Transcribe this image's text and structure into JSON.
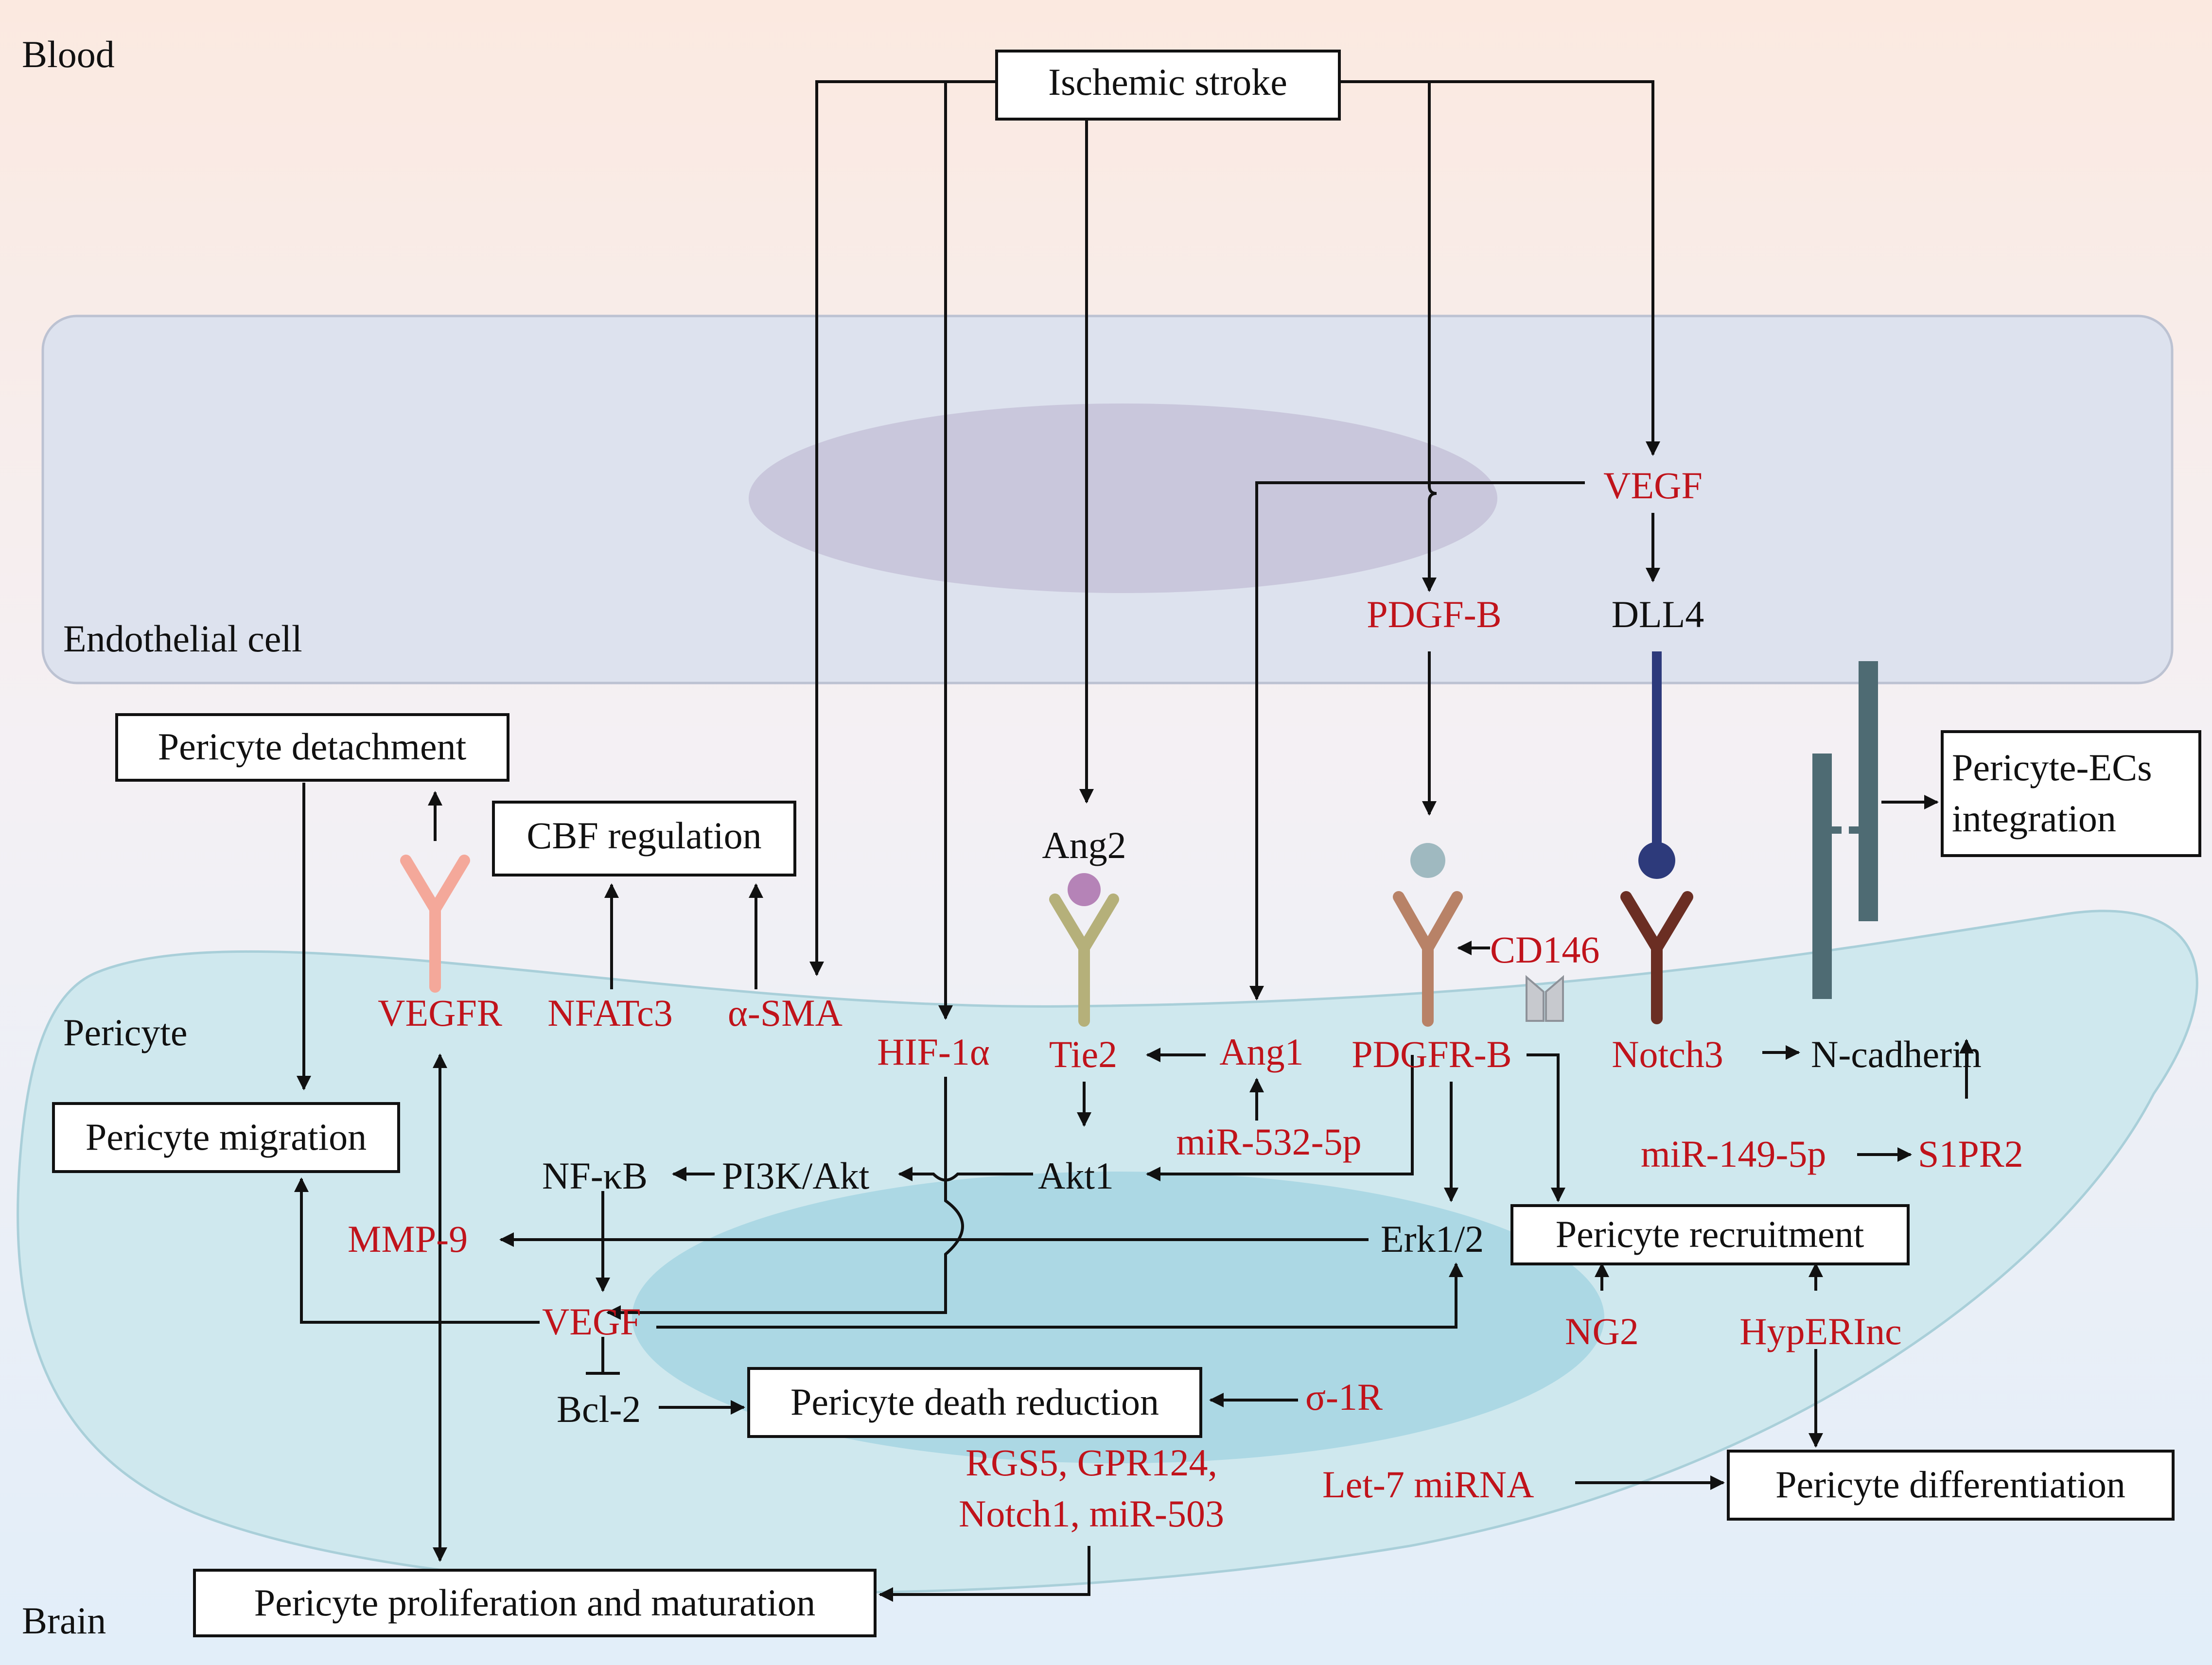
{
  "colors": {
    "text": "#111111",
    "highlight": "#c0131b",
    "blood_top": "#fbe9e0",
    "brain_bottom": "#e2eef9",
    "endothelial_cell": "#dde2ee",
    "endothelial_nucleus": "#c9c7dc",
    "pericyte": "#cfe8ee",
    "pericyte_nucleus": "#acd8e4",
    "vegfr_receptor": "#f4a89a",
    "tie2_receptor": "#b5b07a",
    "ang2_ligand": "#b583b7",
    "pdgfr_receptor": "#b88267",
    "pdgf_ligand": "#9fb9c0",
    "notch3_receptor": "#6b2e23",
    "dll4_ligand": "#2d3a7b",
    "ncadherin": "#4e6b73"
  },
  "regions": {
    "blood": "Blood",
    "endothelial_cell": "Endothelial cell",
    "pericyte": "Pericyte",
    "brain": "Brain"
  },
  "boxes": {
    "ischemic_stroke": "Ischemic stroke",
    "pericyte_detachment": "Pericyte detachment",
    "cbf_regulation": "CBF regulation",
    "pericyte_ecs_integration_line1": "Pericyte-ECs",
    "pericyte_ecs_integration_line2": "integration",
    "pericyte_migration": "Pericyte migration",
    "pericyte_recruitment": "Pericyte recruitment",
    "pericyte_death_reduction": "Pericyte death reduction",
    "pericyte_differentiation": "Pericyte differentiation",
    "pericyte_proliferation_maturation": "Pericyte proliferation and maturation"
  },
  "molecules": {
    "vegf_ec": "VEGF",
    "pdgf_b": "PDGF-B",
    "dll4": "DLL4",
    "ang2": "Ang2",
    "cd146": "CD146",
    "vegfr": "VEGFR",
    "nfatc3": "NFATc3",
    "alpha_sma": "α-SMA",
    "hif1a": "HIF-1α",
    "tie2": "Tie2",
    "ang1": "Ang1",
    "pdgfr_b": "PDGFR-B",
    "notch3": "Notch3",
    "n_cadherin": "N-cadherin",
    "mir_532_5p": "miR-532-5p",
    "mir_149_5p": "miR-149-5p",
    "s1pr2": "S1PR2",
    "nfkb": "NF-κB",
    "pi3k_akt": "PI3K/Akt",
    "akt1": "Akt1",
    "mmp9": "MMP-9",
    "erk12": "Erk1/2",
    "vegf_pericyte": "VEGF",
    "ng2": "NG2",
    "hyperinc": "HypERInc",
    "bcl2": "Bcl-2",
    "sigma1r": "σ-1R",
    "rgs5_group_line1": "RGS5, GPR124,",
    "rgs5_group_line2": "Notch1, miR-503",
    "let7": "Let-7 miRNA"
  }
}
